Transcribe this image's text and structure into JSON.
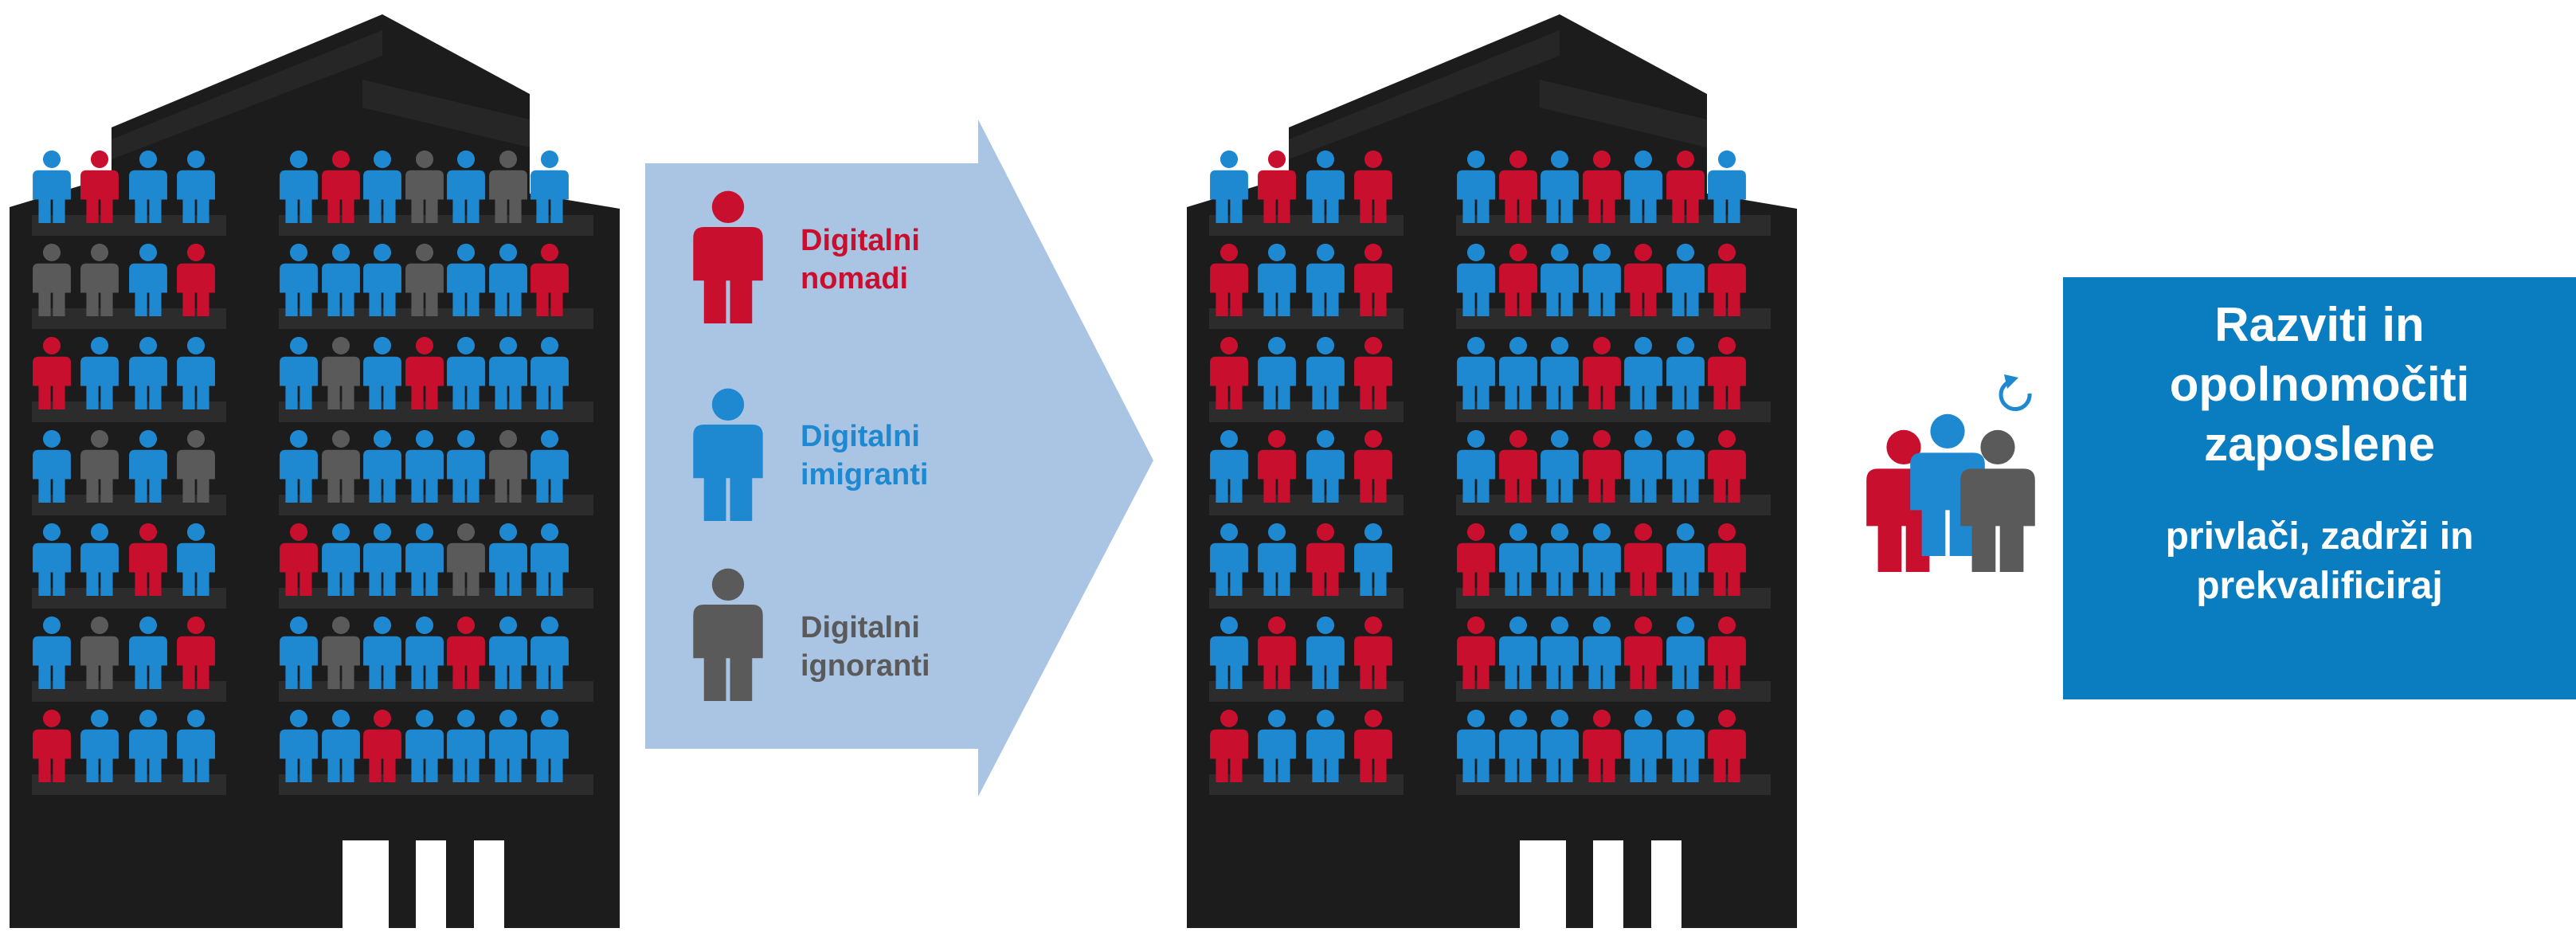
{
  "legend": {
    "nomads": {
      "line1": "Digitalni",
      "line2": "nomadi",
      "color": "#c8102e"
    },
    "immigrants": {
      "line1": "Digitalni",
      "line2": "imigranti",
      "color": "#1e88d0"
    },
    "ignorants": {
      "line1": "Digitalni",
      "line2": "ignoranti",
      "color": "#5a5a5a"
    }
  },
  "callout": {
    "title_lines": [
      "Razviti in",
      "opolnomočiti",
      "zaposlene"
    ],
    "subtitle_lines": [
      "privlači, zadrži in",
      "prekvalificiraj"
    ],
    "background": "#0a7cc0"
  },
  "icons": {
    "arrow": "transition-arrow-icon",
    "people_group": "people-group-refresh-icon"
  },
  "colors": {
    "building": "#1c1c1c",
    "floor_band": "#2c2c2c",
    "arrow": "#aac4e4"
  },
  "buildings": [
    {
      "name": "before",
      "left_wing": [
        [
          "B",
          "R",
          "B",
          "B"
        ],
        [
          "G",
          "G",
          "B",
          "R"
        ],
        [
          "R",
          "B",
          "B",
          "B"
        ],
        [
          "B",
          "G",
          "B",
          "G"
        ],
        [
          "B",
          "B",
          "R",
          "B"
        ],
        [
          "B",
          "G",
          "B",
          "R"
        ],
        [
          "R",
          "B",
          "B",
          "B"
        ]
      ],
      "right_wing": [
        [
          "B",
          "R",
          "B",
          "G",
          "B",
          "G",
          "B"
        ],
        [
          "B",
          "B",
          "B",
          "G",
          "B",
          "B",
          "R"
        ],
        [
          "B",
          "G",
          "B",
          "R",
          "B",
          "B",
          "B"
        ],
        [
          "B",
          "G",
          "B",
          "B",
          "B",
          "G",
          "B"
        ],
        [
          "R",
          "B",
          "B",
          "B",
          "G",
          "B",
          "B"
        ],
        [
          "B",
          "G",
          "B",
          "B",
          "R",
          "B",
          "B"
        ],
        [
          "B",
          "B",
          "R",
          "B",
          "B",
          "B",
          "B"
        ]
      ]
    },
    {
      "name": "after",
      "left_wing": [
        [
          "B",
          "R",
          "B",
          "R"
        ],
        [
          "R",
          "B",
          "B",
          "R"
        ],
        [
          "R",
          "B",
          "B",
          "R"
        ],
        [
          "B",
          "R",
          "B",
          "R"
        ],
        [
          "B",
          "B",
          "R",
          "B"
        ],
        [
          "B",
          "R",
          "B",
          "R"
        ],
        [
          "R",
          "B",
          "B",
          "R"
        ]
      ],
      "right_wing": [
        [
          "B",
          "R",
          "B",
          "R",
          "B",
          "R",
          "B"
        ],
        [
          "B",
          "R",
          "B",
          "B",
          "R",
          "B",
          "R"
        ],
        [
          "B",
          "B",
          "B",
          "R",
          "B",
          "B",
          "R"
        ],
        [
          "B",
          "R",
          "B",
          "R",
          "B",
          "B",
          "R"
        ],
        [
          "R",
          "B",
          "B",
          "B",
          "R",
          "B",
          "R"
        ],
        [
          "R",
          "B",
          "B",
          "B",
          "R",
          "B",
          "R"
        ],
        [
          "B",
          "B",
          "B",
          "R",
          "B",
          "B",
          "R"
        ]
      ]
    }
  ]
}
